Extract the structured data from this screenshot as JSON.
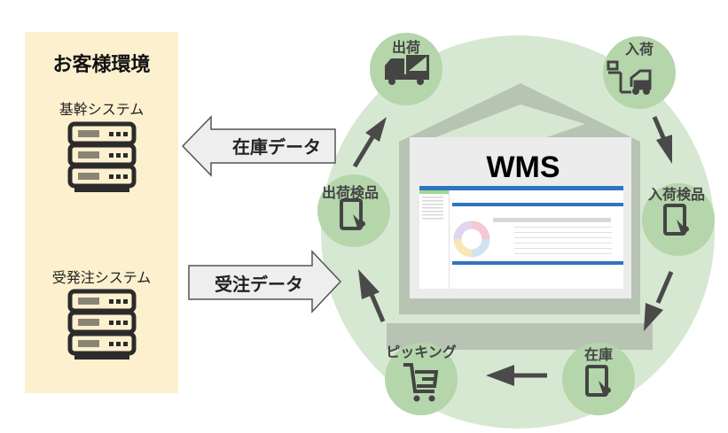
{
  "customer_env": {
    "title": "お客様環境",
    "systems": [
      {
        "label": "基幹システム",
        "icon": "server-icon"
      },
      {
        "label": "受発注システム",
        "icon": "server-icon"
      }
    ]
  },
  "data_flows": [
    {
      "label": "在庫データ",
      "direction": "to-customer"
    },
    {
      "label": "受注データ",
      "direction": "to-wms"
    }
  ],
  "wms": {
    "title": "WMS"
  },
  "cycle_nodes": [
    {
      "label": "出荷",
      "icon": "truck-icon"
    },
    {
      "label": "入荷",
      "icon": "forklift-icon"
    },
    {
      "label": "入荷検品",
      "icon": "tablet-icon"
    },
    {
      "label": "在庫",
      "icon": "tablet-icon"
    },
    {
      "label": "ピッキング",
      "icon": "cart-icon"
    },
    {
      "label": "出荷検品",
      "icon": "tablet-icon"
    }
  ],
  "colors": {
    "panel_bg": "#fdf0cf",
    "big_circle": "#d7e8d2",
    "node_circle": "#b5d5aa",
    "house": "#b8c4b3",
    "icon_dark": "#444444",
    "wms_header_blue": "#2f74c0"
  }
}
